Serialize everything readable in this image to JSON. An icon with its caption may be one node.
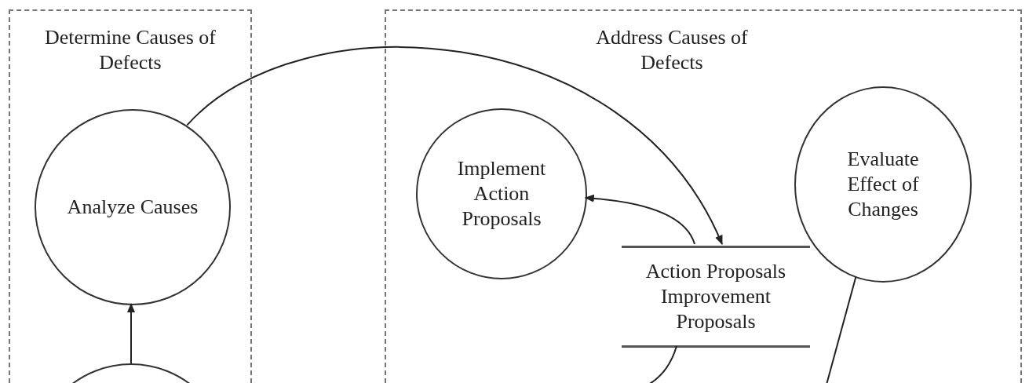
{
  "diagram": {
    "nodes": [
      {
        "text": [
          "Determine Causes of Defects"
        ]
      },
      {
        "text": [
          "Analyze Causes"
        ],
        "in": 0
      },
      {
        "text": [],
        "shape": "circle"
      },
      {
        "text": [
          "Address Causes of Defects"
        ]
      },
      {
        "text": [
          "Implement Action Proposals"
        ],
        "in": 3
      },
      {
        "text": [
          "Evaluate Effect of Changes"
        ],
        "in": 3
      },
      {
        "text": [
          "Action Proposals",
          "Improvement Proposals"
        ],
        "in": 3
      }
    ],
    "edges": [
      {
        "from": 2,
        "to": 1,
        "arrow": "to"
      },
      {
        "from": 1,
        "to": 6,
        "arrow": "to"
      },
      {
        "from": 6,
        "to": 4,
        "arrow": "to"
      },
      {
        "from": 6,
        "to": null,
        "arrow": "none"
      },
      {
        "from": 5,
        "to": null,
        "arrow": "none"
      }
    ]
  }
}
